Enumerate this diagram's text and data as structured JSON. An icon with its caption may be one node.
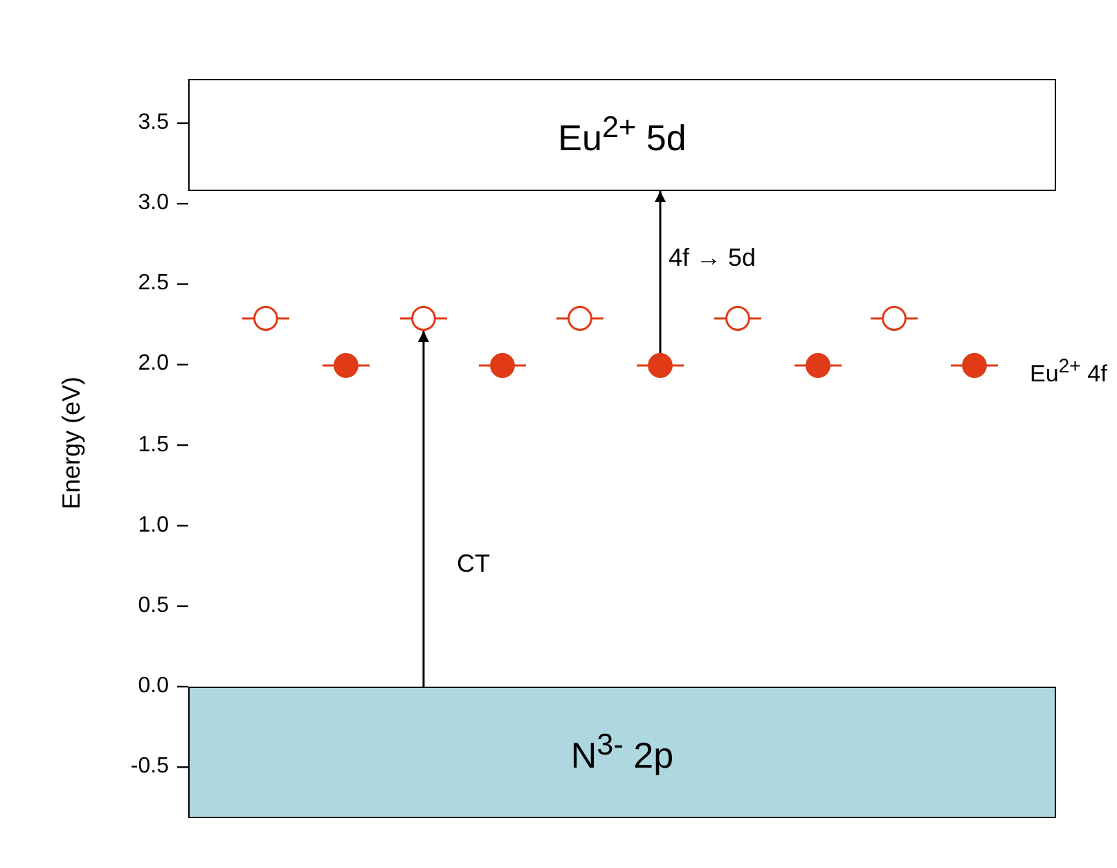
{
  "diagram": {
    "nodes": [
      {
        "text": [
          "Eu$^{2+}$ 5d"
        ]
      },
      {
        "text": [],
        "shape": "circle"
      },
      {
        "text": [],
        "shape": "circle"
      },
      {
        "text": [],
        "shape": "circle"
      },
      {
        "text": [],
        "shape": "circle"
      },
      {
        "text": [],
        "shape": "circle"
      },
      {
        "text": [],
        "shape": "circle"
      },
      {
        "text": [],
        "shape": "circle"
      },
      {
        "text": [],
        "shape": "circle"
      },
      {
        "text": [],
        "shape": "circle"
      },
      {
        "text": [],
        "shape": "circle"
      },
      {
        "text": [
          "N$^{3-}$ 2p"
        ]
      }
    ],
    "edges": [
      {
        "from": 8,
        "to": 0,
        "arrow": "to",
        "label": "4f → 5d"
      },
      {
        "from": 11,
        "to": 2,
        "arrow": "to",
        "label": "CT"
      }
    ],
    "labels": [
      "Energy (eV)",
      "3.5",
      "3.0",
      "2.5",
      "2.0",
      "Eu$^{2+}$ 4f",
      "1.5",
      "1.0",
      "0.5",
      "0.0",
      "-0.5"
    ]
  }
}
